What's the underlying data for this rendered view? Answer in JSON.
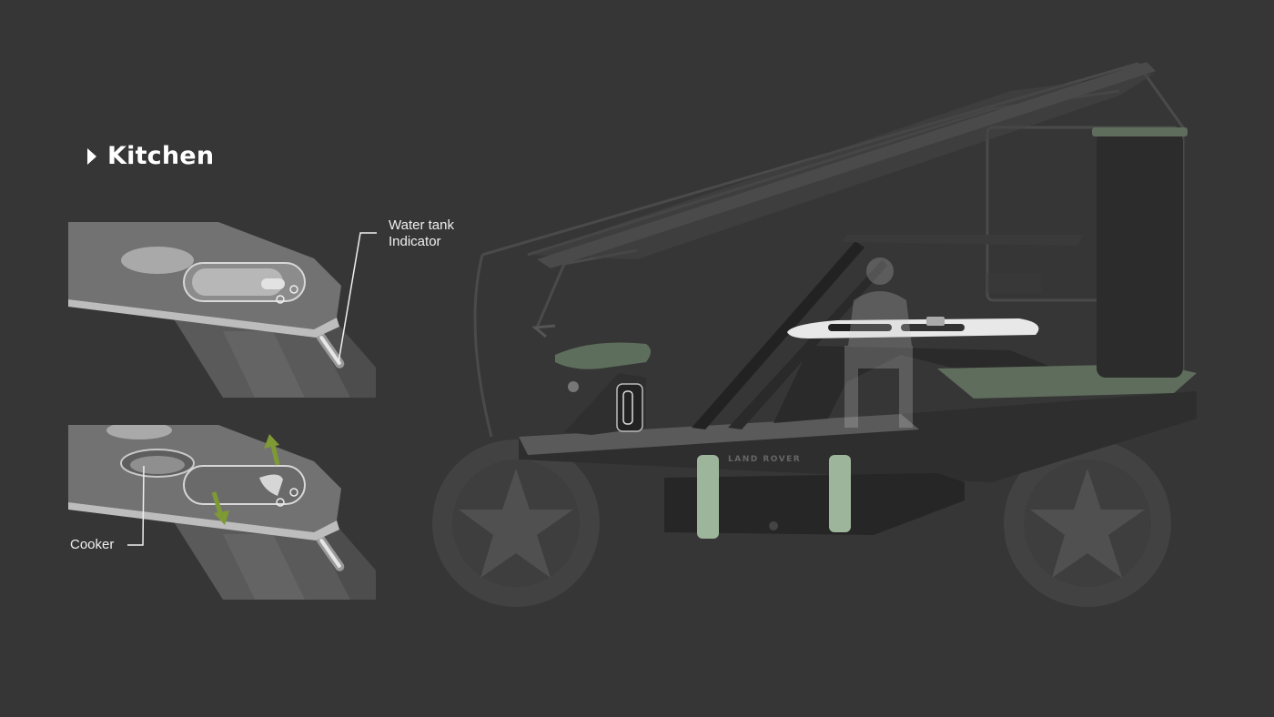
{
  "section": {
    "title": "Kitchen",
    "marker_icon": "play-triangle-icon"
  },
  "callouts": {
    "water_tank_line1": "Water tank",
    "water_tank_line2": "Indicator",
    "cooker": "Cooker"
  },
  "vehicle": {
    "badge_text": "LAND ROVER"
  },
  "colors": {
    "background": "#363636",
    "accent_green": "#8aa17a",
    "arrow_olive": "#7e9a34",
    "strap_green": "#9db59a"
  }
}
